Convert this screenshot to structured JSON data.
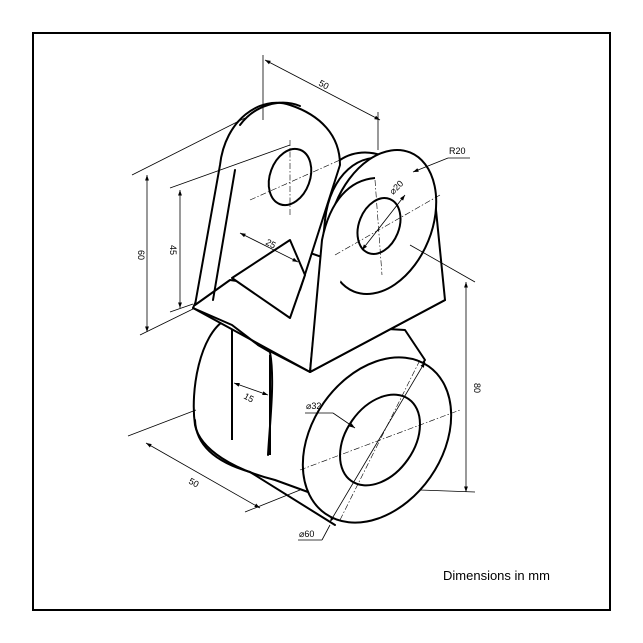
{
  "note": "Dimensions in mm",
  "dimensions": {
    "width_top": "50",
    "radius": "R20",
    "hole_top": "⌀20",
    "height_total": "60",
    "height_inner": "45",
    "slot_width": "25",
    "height_right": "80",
    "rib": "15",
    "bore": "⌀32",
    "depth_bottom": "50",
    "outer_diameter": "⌀60"
  }
}
